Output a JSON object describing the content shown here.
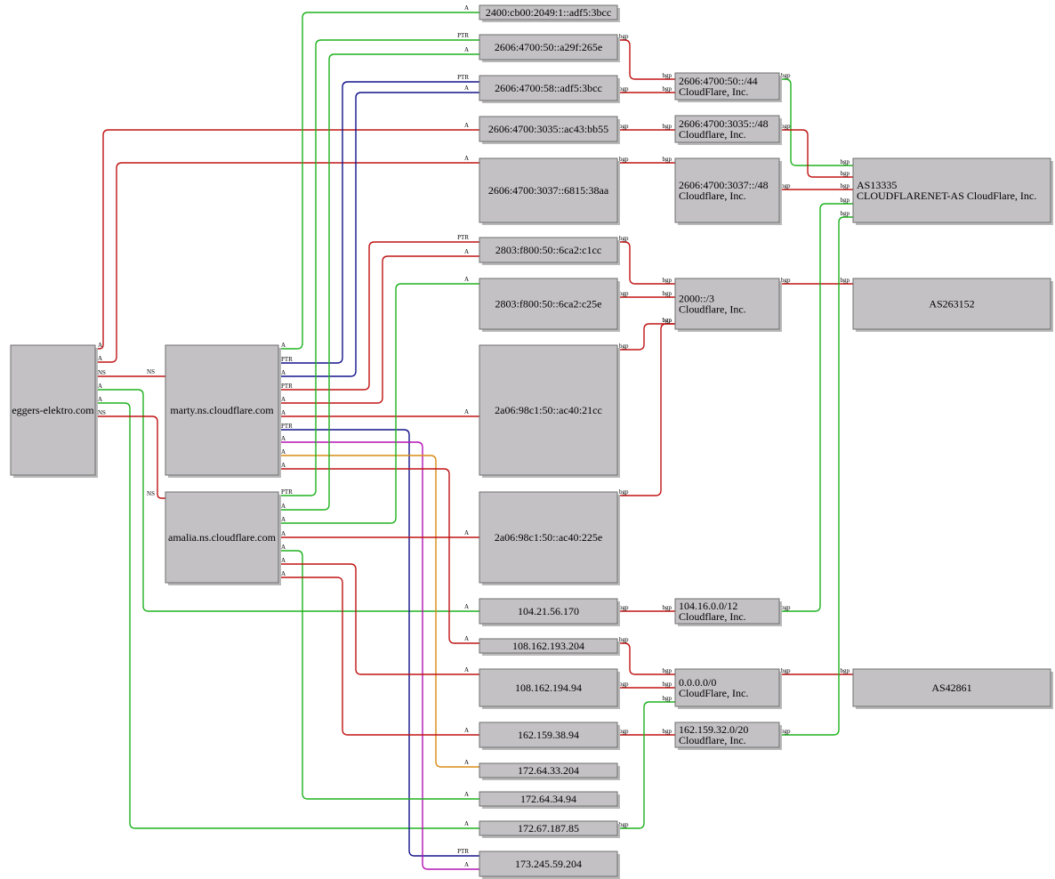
{
  "colors": {
    "A": "#1fb21f",
    "PTR": "#14148c",
    "NS": "#c01414",
    "bgp": "#c01414",
    "red": "#c01414",
    "green": "#1fb21f",
    "navy": "#14148c",
    "magenta": "#b414b4",
    "orange": "#d98c14",
    "node_fill": "#c3c1c4"
  },
  "nodes": [
    {
      "id": "eggers",
      "label": [
        "eggers-elektro.com"
      ]
    },
    {
      "id": "marty",
      "label": [
        "marty.ns.cloudflare.com"
      ]
    },
    {
      "id": "amalia",
      "label": [
        "amalia.ns.cloudflare.com"
      ]
    },
    {
      "id": "ip_2400",
      "label": [
        "2400:cb00:2049:1::adf5:3bcc"
      ]
    },
    {
      "id": "ip_2606_a29f",
      "label": [
        "2606:4700:50::a29f:265e"
      ]
    },
    {
      "id": "ip_2606_58",
      "label": [
        "2606:4700:58::adf5:3bcc"
      ]
    },
    {
      "id": "ip_2606_3035",
      "label": [
        "2606:4700:3035::ac43:bb55"
      ]
    },
    {
      "id": "ip_2606_3037",
      "label": [
        "2606:4700:3037::6815:38aa"
      ]
    },
    {
      "id": "ip_2803_c1cc",
      "label": [
        "2803:f800:50::6ca2:c1cc"
      ]
    },
    {
      "id": "ip_2803_c25e",
      "label": [
        "2803:f800:50::6ca2:c25e"
      ]
    },
    {
      "id": "ip_2a06_21cc",
      "label": [
        "2a06:98c1:50::ac40:21cc"
      ]
    },
    {
      "id": "ip_2a06_225e",
      "label": [
        "2a06:98c1:50::ac40:225e"
      ]
    },
    {
      "id": "ip_104_21",
      "label": [
        "104.21.56.170"
      ]
    },
    {
      "id": "ip_108_193",
      "label": [
        "108.162.193.204"
      ]
    },
    {
      "id": "ip_108_194",
      "label": [
        "108.162.194.94"
      ]
    },
    {
      "id": "ip_162_38",
      "label": [
        "162.159.38.94"
      ]
    },
    {
      "id": "ip_172_64_33",
      "label": [
        "172.64.33.204"
      ]
    },
    {
      "id": "ip_172_64_34",
      "label": [
        "172.64.34.94"
      ]
    },
    {
      "id": "ip_172_67",
      "label": [
        "172.67.187.85"
      ]
    },
    {
      "id": "ip_173",
      "label": [
        "173.245.59.204"
      ]
    },
    {
      "id": "pfx_2606_50",
      "label": [
        "2606:4700:50::/44",
        "CloudFlare, Inc."
      ]
    },
    {
      "id": "pfx_2606_3035",
      "label": [
        "2606:4700:3035::/48",
        "Cloudflare, Inc."
      ]
    },
    {
      "id": "pfx_2606_3037",
      "label": [
        "2606:4700:3037::/48",
        "Cloudflare, Inc."
      ]
    },
    {
      "id": "pfx_2000",
      "label": [
        "2000::/3",
        "Cloudflare, Inc."
      ]
    },
    {
      "id": "pfx_104_16",
      "label": [
        "104.16.0.0/12",
        "Cloudflare, Inc."
      ]
    },
    {
      "id": "pfx_0000",
      "label": [
        "0.0.0.0/0",
        "CloudFlare, Inc."
      ]
    },
    {
      "id": "pfx_162_32",
      "label": [
        "162.159.32.0/20",
        "Cloudflare, Inc."
      ]
    },
    {
      "id": "as13335",
      "label": [
        "AS13335",
        "CLOUDFLARENET-AS CloudFlare, Inc."
      ]
    },
    {
      "id": "as263152",
      "label": [
        "AS263152"
      ]
    },
    {
      "id": "as42861",
      "label": [
        "AS42861"
      ]
    }
  ],
  "edge_labels": {
    "A": "A",
    "PTR": "PTR",
    "NS": "NS",
    "bgp": "bgp"
  }
}
